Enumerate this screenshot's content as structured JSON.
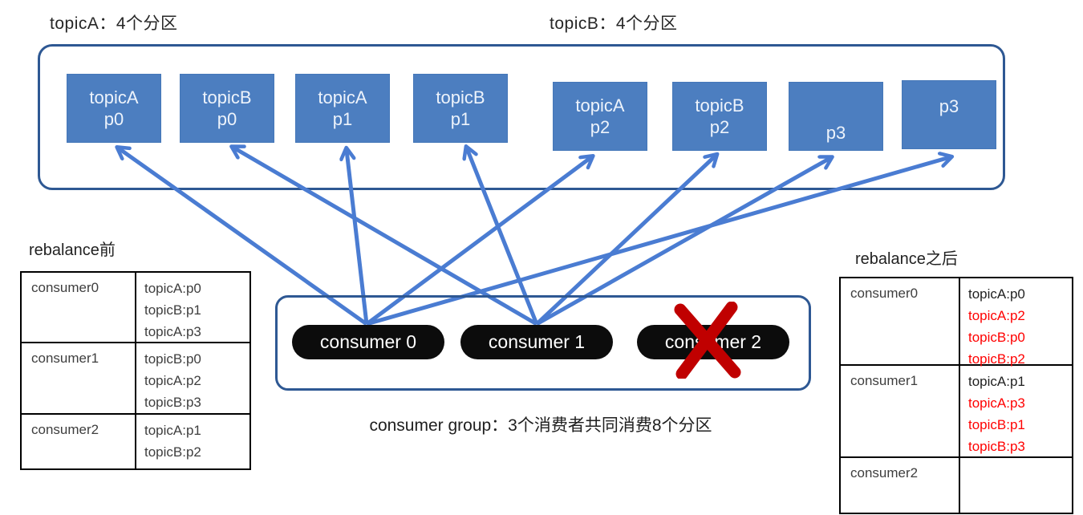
{
  "titles": {
    "topic_a": "topicA：4个分区",
    "topic_b": "topicB：4个分区"
  },
  "partitions": [
    {
      "topic": "topicA",
      "partition": "p0"
    },
    {
      "topic": "topicB",
      "partition": "p0"
    },
    {
      "topic": "topicA",
      "partition": "p1"
    },
    {
      "topic": "topicB",
      "partition": "p1"
    },
    {
      "topic": "topicA",
      "partition": "p2"
    },
    {
      "topic": "topicB",
      "partition": "p2"
    },
    {
      "topic": "",
      "partition": "p3"
    },
    {
      "topic": "",
      "partition": "p3"
    }
  ],
  "consumers": [
    {
      "label": "consumer 0",
      "removed": false
    },
    {
      "label": "consumer 1",
      "removed": false
    },
    {
      "label": "consumer 2",
      "removed": true
    }
  ],
  "connections": [
    {
      "consumer_index": 0,
      "partition_index": 0
    },
    {
      "consumer_index": 0,
      "partition_index": 2
    },
    {
      "consumer_index": 0,
      "partition_index": 4
    },
    {
      "consumer_index": 0,
      "partition_index": 7
    },
    {
      "consumer_index": 1,
      "partition_index": 1
    },
    {
      "consumer_index": 1,
      "partition_index": 3
    },
    {
      "consumer_index": 1,
      "partition_index": 5
    },
    {
      "consumer_index": 1,
      "partition_index": 6
    }
  ],
  "caption": "consumer group：3个消费者共同消费8个分区",
  "before_table": {
    "title": "rebalance前",
    "rows": [
      {
        "consumer": "consumer0",
        "assignments": [
          {
            "text": "topicA:p0",
            "new": false
          },
          {
            "text": "topicB:p1",
            "new": false
          },
          {
            "text": "topicA:p3",
            "new": false
          }
        ]
      },
      {
        "consumer": "consumer1",
        "assignments": [
          {
            "text": "topicB:p0",
            "new": false
          },
          {
            "text": "topicA:p2",
            "new": false
          },
          {
            "text": "topicB:p3",
            "new": false
          }
        ]
      },
      {
        "consumer": "consumer2",
        "assignments": [
          {
            "text": "topicA:p1",
            "new": false
          },
          {
            "text": "topicB:p2",
            "new": false
          }
        ]
      }
    ]
  },
  "after_table": {
    "title": "rebalance之后",
    "rows": [
      {
        "consumer": "consumer0",
        "assignments": [
          {
            "text": "topicA:p0",
            "new": false
          },
          {
            "text": "topicA:p2",
            "new": true
          },
          {
            "text": "topicB:p0",
            "new": true
          },
          {
            "text": "topicB:p2",
            "new": true
          }
        ]
      },
      {
        "consumer": "consumer1",
        "assignments": [
          {
            "text": "topicA:p1",
            "new": false
          },
          {
            "text": "topicA:p3",
            "new": true
          },
          {
            "text": "topicB:p1",
            "new": true
          },
          {
            "text": "topicB:p3",
            "new": true
          }
        ]
      },
      {
        "consumer": "consumer2",
        "assignments": []
      }
    ]
  },
  "colors": {
    "partition_box_blue": "#4c7ec0",
    "arrow_blue": "#4a7cd2",
    "frame_blue": "#2e5893",
    "pill_black": "#0c0c0c",
    "new_assignment_red": "#ff0000",
    "cross_red": "#c00000"
  }
}
